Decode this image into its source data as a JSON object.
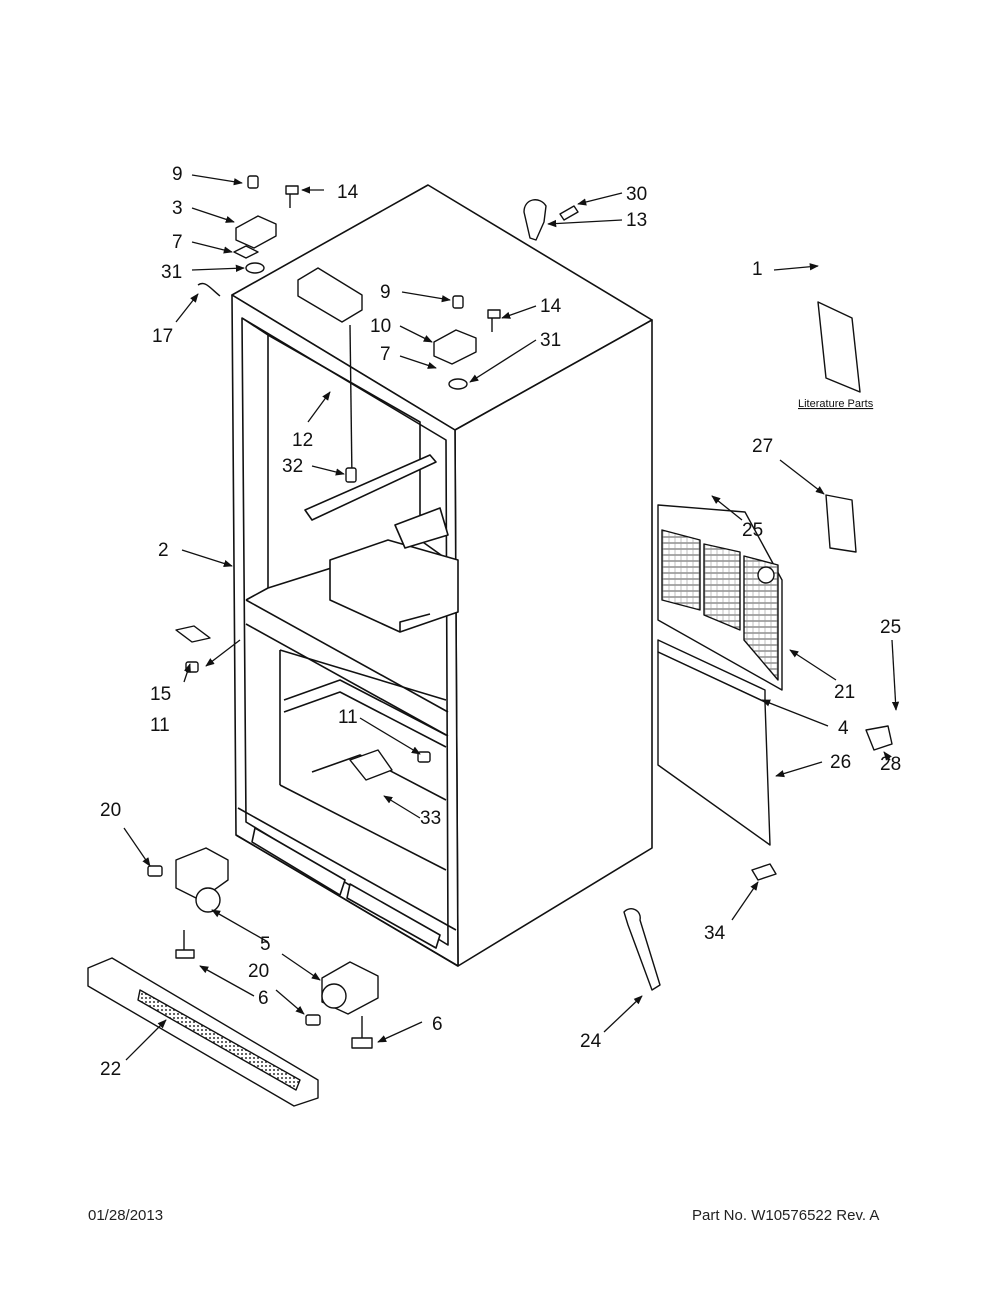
{
  "callouts": [
    "9",
    "14",
    "3",
    "7",
    "31",
    "17",
    "30",
    "13",
    "9",
    "14",
    "10",
    "7",
    "31",
    "1",
    "12",
    "32",
    "27",
    "25",
    "2",
    "15",
    "11",
    "21",
    "25",
    "4",
    "11",
    "33",
    "26",
    "28",
    "20",
    "34",
    "5",
    "20",
    "6",
    "6",
    "24",
    "22"
  ],
  "literature_label": "Literature Parts",
  "footer": {
    "date": "01/28/2013",
    "part_label": "Part No.",
    "part_number": "W10576522",
    "revision": "Rev. A"
  }
}
